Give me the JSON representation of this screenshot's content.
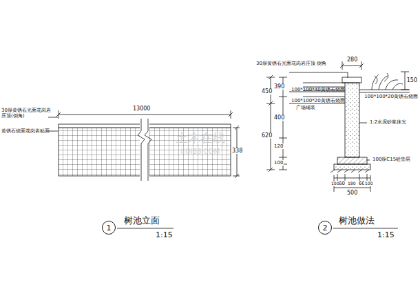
{
  "diagram": {
    "nodes": [
      {
        "text": [
          "1"
        ]
      },
      {
        "text": [
          "2"
        ]
      }
    ],
    "labels": [
      "30厚黄锈石光面花岗岩 压顶(倒角)",
      "黄锈石烧面花岗岩贴面",
      "13000",
      "338",
      "树池立面",
      "1:15",
      "30厚黄锈石光面花岗岩压顶 倒角",
      "280",
      "150",
      "450",
      "390",
      "620",
      "400",
      "120",
      "100",
      "100*100*40黄锈石烧面",
      "100*100*20黄锈石烧面",
      "广场铺装",
      "100*100*20黄锈石烧面",
      "1:2水泥砂浆抹光",
      "100厚C15砼垫层",
      "60",
      "60",
      "100",
      "180",
      "100",
      "500",
      "树池做法",
      "1:15",
      "土木在线",
      "COI88.COM"
    ]
  }
}
